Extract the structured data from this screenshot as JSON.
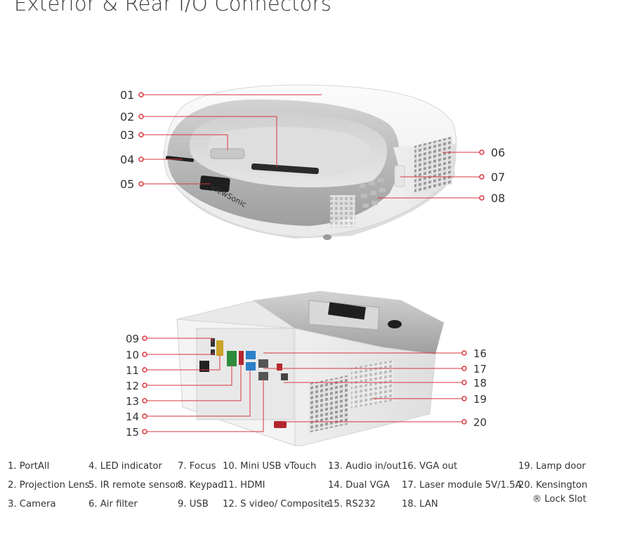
{
  "title": "Exterior & Rear I/O Connectors",
  "colors": {
    "leader": "#d9363e",
    "body_white": "#f4f4f4",
    "body_grey": "#b9b9b9",
    "dark": "#222222"
  },
  "front_view": {
    "brand": "ViewSonic",
    "callouts": [
      "01",
      "02",
      "03",
      "04",
      "05",
      "06",
      "07",
      "08"
    ]
  },
  "rear_view": {
    "callouts": [
      "09",
      "10",
      "11",
      "12",
      "13",
      "14",
      "15",
      "16",
      "17",
      "18",
      "19",
      "20"
    ]
  },
  "legend": [
    "1. PortAll",
    "2. Projection Lens",
    "3. Camera",
    "4. LED indicator",
    "5. IR remote sensor",
    "6. Air filter",
    "7. Focus",
    "8. Keypad",
    "9. USB",
    "10. Mini USB vTouch",
    "11. HDMI",
    "12. S video/ Composite",
    "13. Audio in/out",
    "14. Dual VGA",
    "15. RS232",
    "16. VGA out",
    "17. Laser module 5V/1.5A",
    "18. LAN",
    "19. Lamp door",
    "20. Kensington",
    "® Lock Slot"
  ]
}
